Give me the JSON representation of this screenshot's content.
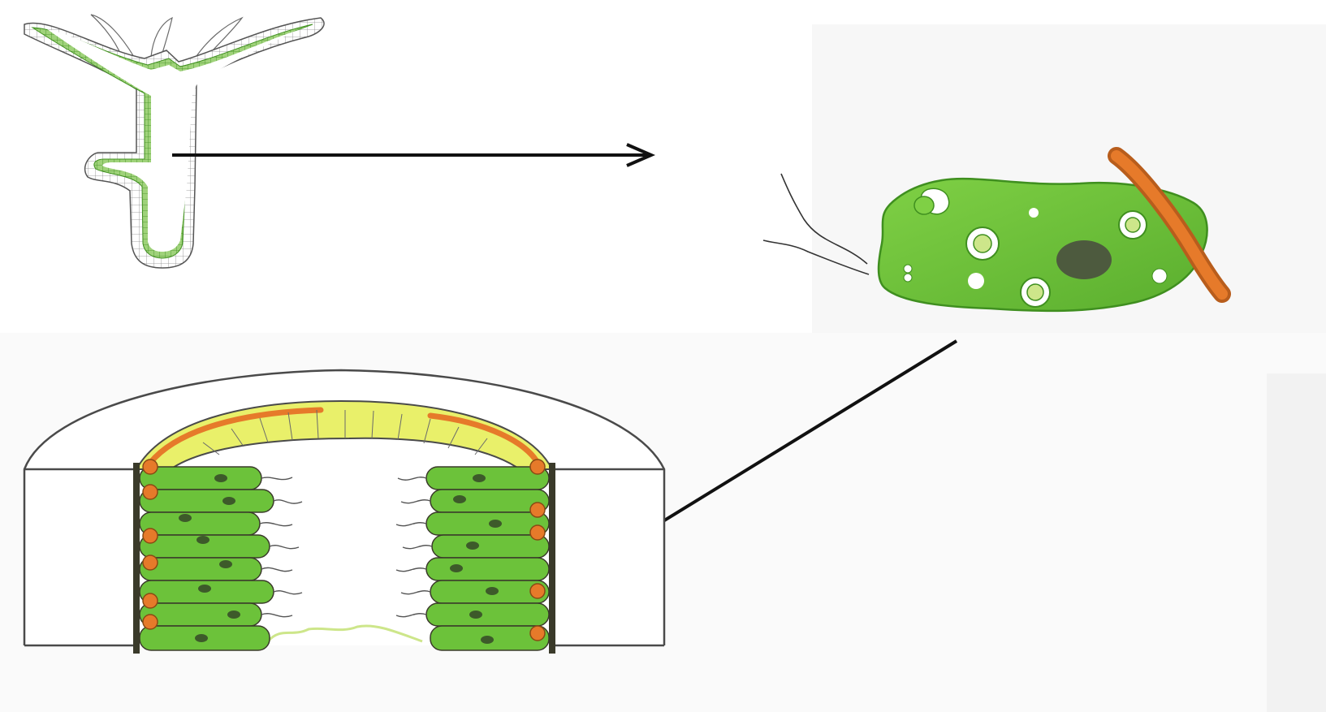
{
  "figure": {
    "panels": [
      {
        "id": "hydra-longitudinal-section"
      },
      {
        "id": "digestive-cell"
      },
      {
        "id": "body-wall-cross-section"
      }
    ],
    "colors": {
      "cell_green": "#6cc23a",
      "cell_green_dark": "#3f8f1f",
      "nucleus": "#4d5a3e",
      "contractile_fiber": "#e67a2a",
      "mesoglea_yellow": "#e9f06a",
      "outline": "#4a4a4a",
      "arrow": "#111111",
      "background_tint": "#f6f6f6"
    },
    "arrows": [
      {
        "from": "hydra-longitudinal-section",
        "to": "digestive-cell"
      },
      {
        "from": "digestive-cell",
        "to": "body-wall-cross-section"
      }
    ]
  }
}
